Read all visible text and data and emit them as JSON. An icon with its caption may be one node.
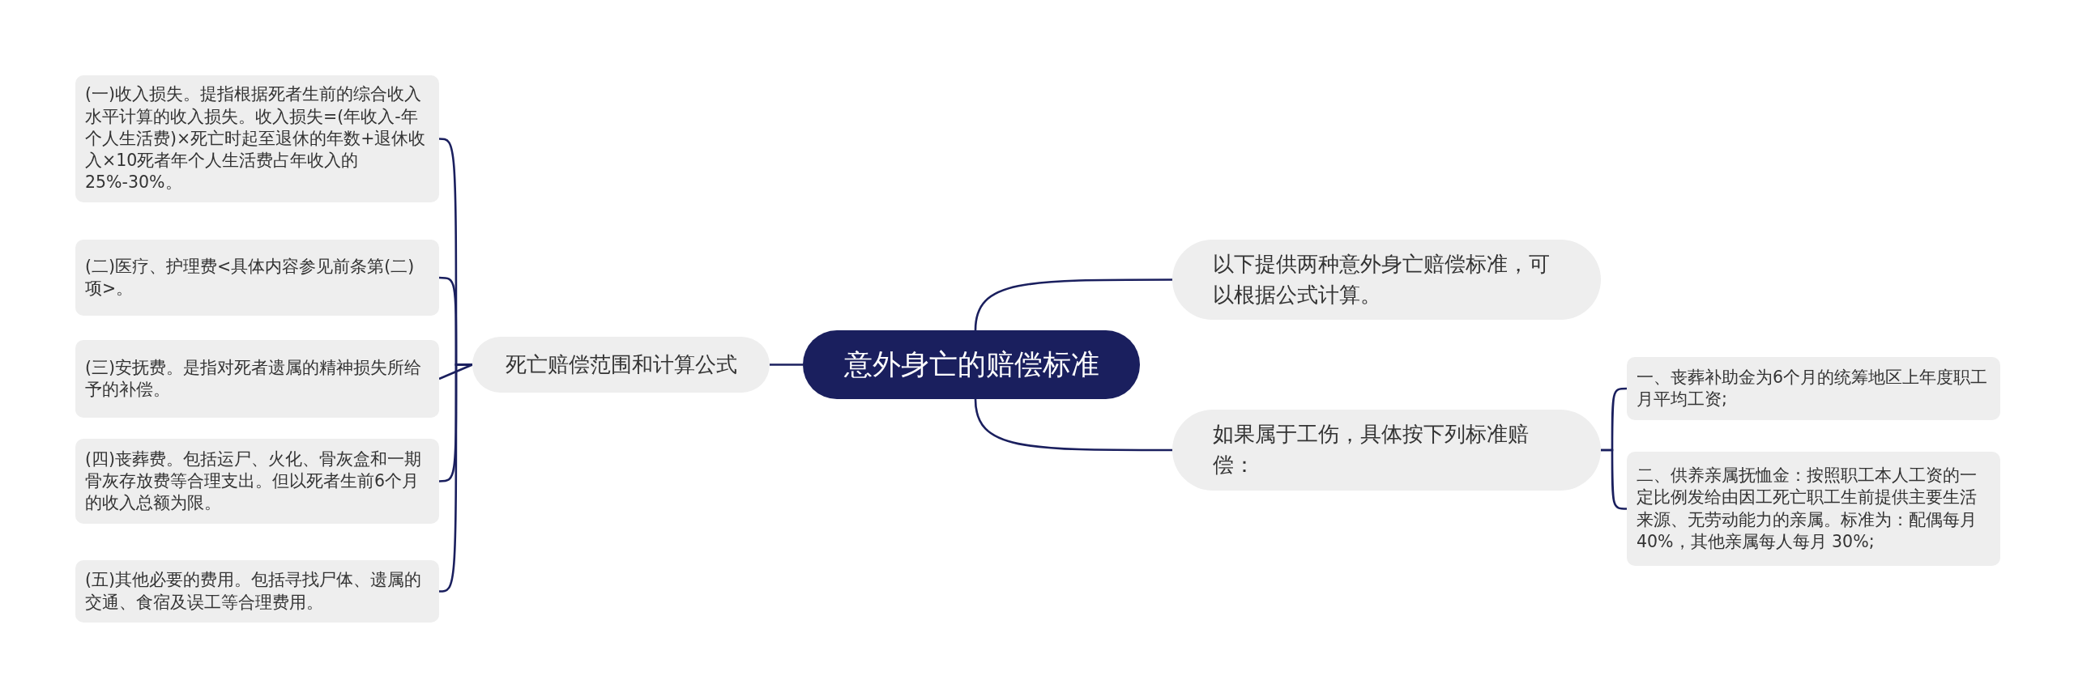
{
  "diagram": {
    "nodes": [
      {
        "text": [
          "意外身亡的赔偿标准"
        ]
      },
      {
        "text": [
          "死亡赔偿范围和计算公式"
        ]
      },
      {
        "text": [
          "(一)收入损失。提指根据死者生前的综合收入水平计算的收入损失。收入损失=(年收入-年个人生活费)×死亡时起至退休的年数+退休收入×10死者年个人生活费占年收入的25%-30%。"
        ]
      },
      {
        "text": [
          "(二)医疗、护理费<具体内容参见前条第(二)项>。"
        ]
      },
      {
        "text": [
          "(三)安抚费。是指对死者遗属的精神损失所给予的补偿。"
        ]
      },
      {
        "text": [
          "(四)丧葬费。包括运尸、火化、骨灰盒和一期骨灰存放费等合理支出。但以死者生前6个月的收入总额为限。"
        ]
      },
      {
        "text": [
          "(五)其他必要的费用。包括寻找尸体、遗属的交通、食宿及误工等合理费用。"
        ]
      },
      {
        "text": [
          "以下提供两种意外身亡赔偿标准，可以根据公式计算。"
        ]
      },
      {
        "text": [
          "如果属于工伤，具体按下列标准赔偿："
        ]
      },
      {
        "text": [
          "一、丧葬补助金为6个月的统筹地区上年度职工月平均工资;"
        ]
      },
      {
        "text": [
          "二、供养亲属抚恤金：按照职工本人工资的一定比例发给由因工死亡职工生前提供主要生活来源、无劳动能力的亲属。标准为：配偶每月40%，其他亲属每人每月  30%;"
        ]
      }
    ],
    "edges": [
      {
        "from": 0,
        "to": 1,
        "arrow": "none"
      },
      {
        "from": 1,
        "to": 2,
        "arrow": "none"
      },
      {
        "from": 1,
        "to": 3,
        "arrow": "none"
      },
      {
        "from": 1,
        "to": 4,
        "arrow": "none"
      },
      {
        "from": 1,
        "to": 5,
        "arrow": "none"
      },
      {
        "from": 1,
        "to": 6,
        "arrow": "none"
      },
      {
        "from": 0,
        "to": 7,
        "arrow": "none"
      },
      {
        "from": 0,
        "to": 8,
        "arrow": "none"
      },
      {
        "from": 8,
        "to": 9,
        "arrow": "none"
      },
      {
        "from": 8,
        "to": 10,
        "arrow": "none"
      }
    ]
  }
}
